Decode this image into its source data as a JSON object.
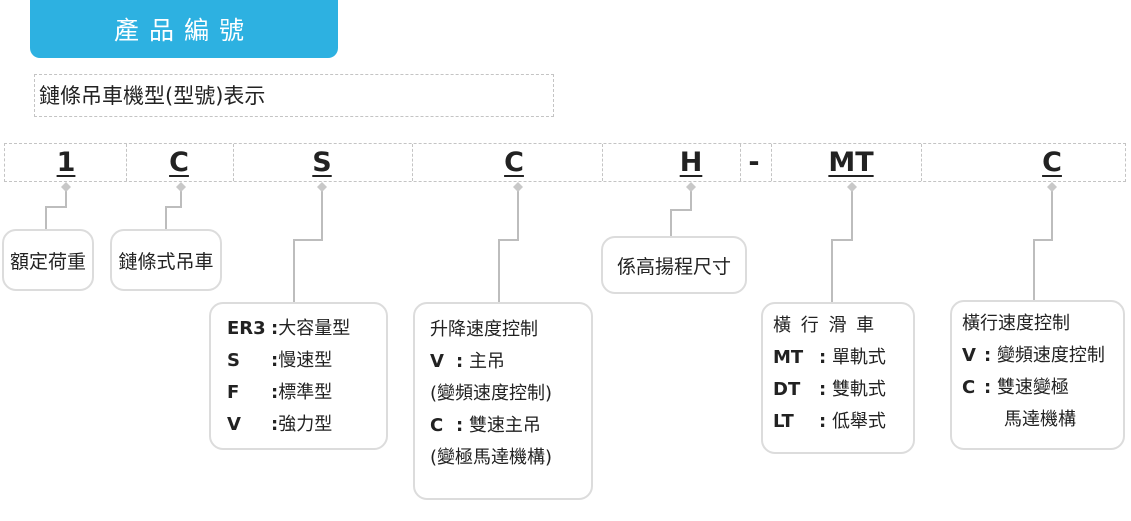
{
  "header": {
    "title": "產品編號"
  },
  "caption": {
    "text": "鏈條吊車機型(型號)表示"
  },
  "code": {
    "chars": [
      "1",
      "C",
      "S",
      "C",
      "H",
      "-",
      "MT",
      "C"
    ]
  },
  "boxes": {
    "rated_load": {
      "label": "額定荷重"
    },
    "chain_hoist": {
      "label": "鏈條式吊車"
    },
    "custom_size": {
      "label": "係高揚程尺寸"
    },
    "type_s": {
      "items": [
        {
          "key": "ER3",
          "value": "大容量型"
        },
        {
          "key": "S",
          "value": "慢速型"
        },
        {
          "key": "F",
          "value": "標準型"
        },
        {
          "key": "V",
          "value": "強力型"
        }
      ]
    },
    "lift_speed": {
      "title": "升降速度控制",
      "v_key": "V",
      "v_value": "主吊",
      "v_note": "(變頻速度控制)",
      "c_key": "C",
      "c_value": "雙速主吊",
      "c_note": "(變極馬達機構)"
    },
    "trolley": {
      "title": "橫 行 滑 車",
      "items": [
        {
          "key": "MT",
          "value": "單軌式"
        },
        {
          "key": "DT",
          "value": "雙軌式"
        },
        {
          "key": "LT",
          "value": "低舉式"
        }
      ]
    },
    "traverse_speed": {
      "title": "橫行速度控制",
      "v_key": "V",
      "v_value": "變頻速度控制",
      "c_key": "C",
      "c_value": "雙速變極",
      "c_value2": "馬達機構"
    }
  },
  "colors": {
    "accent": "#2db1e1",
    "connector": "#bdbdbd",
    "box_border": "#dcdcdc"
  }
}
